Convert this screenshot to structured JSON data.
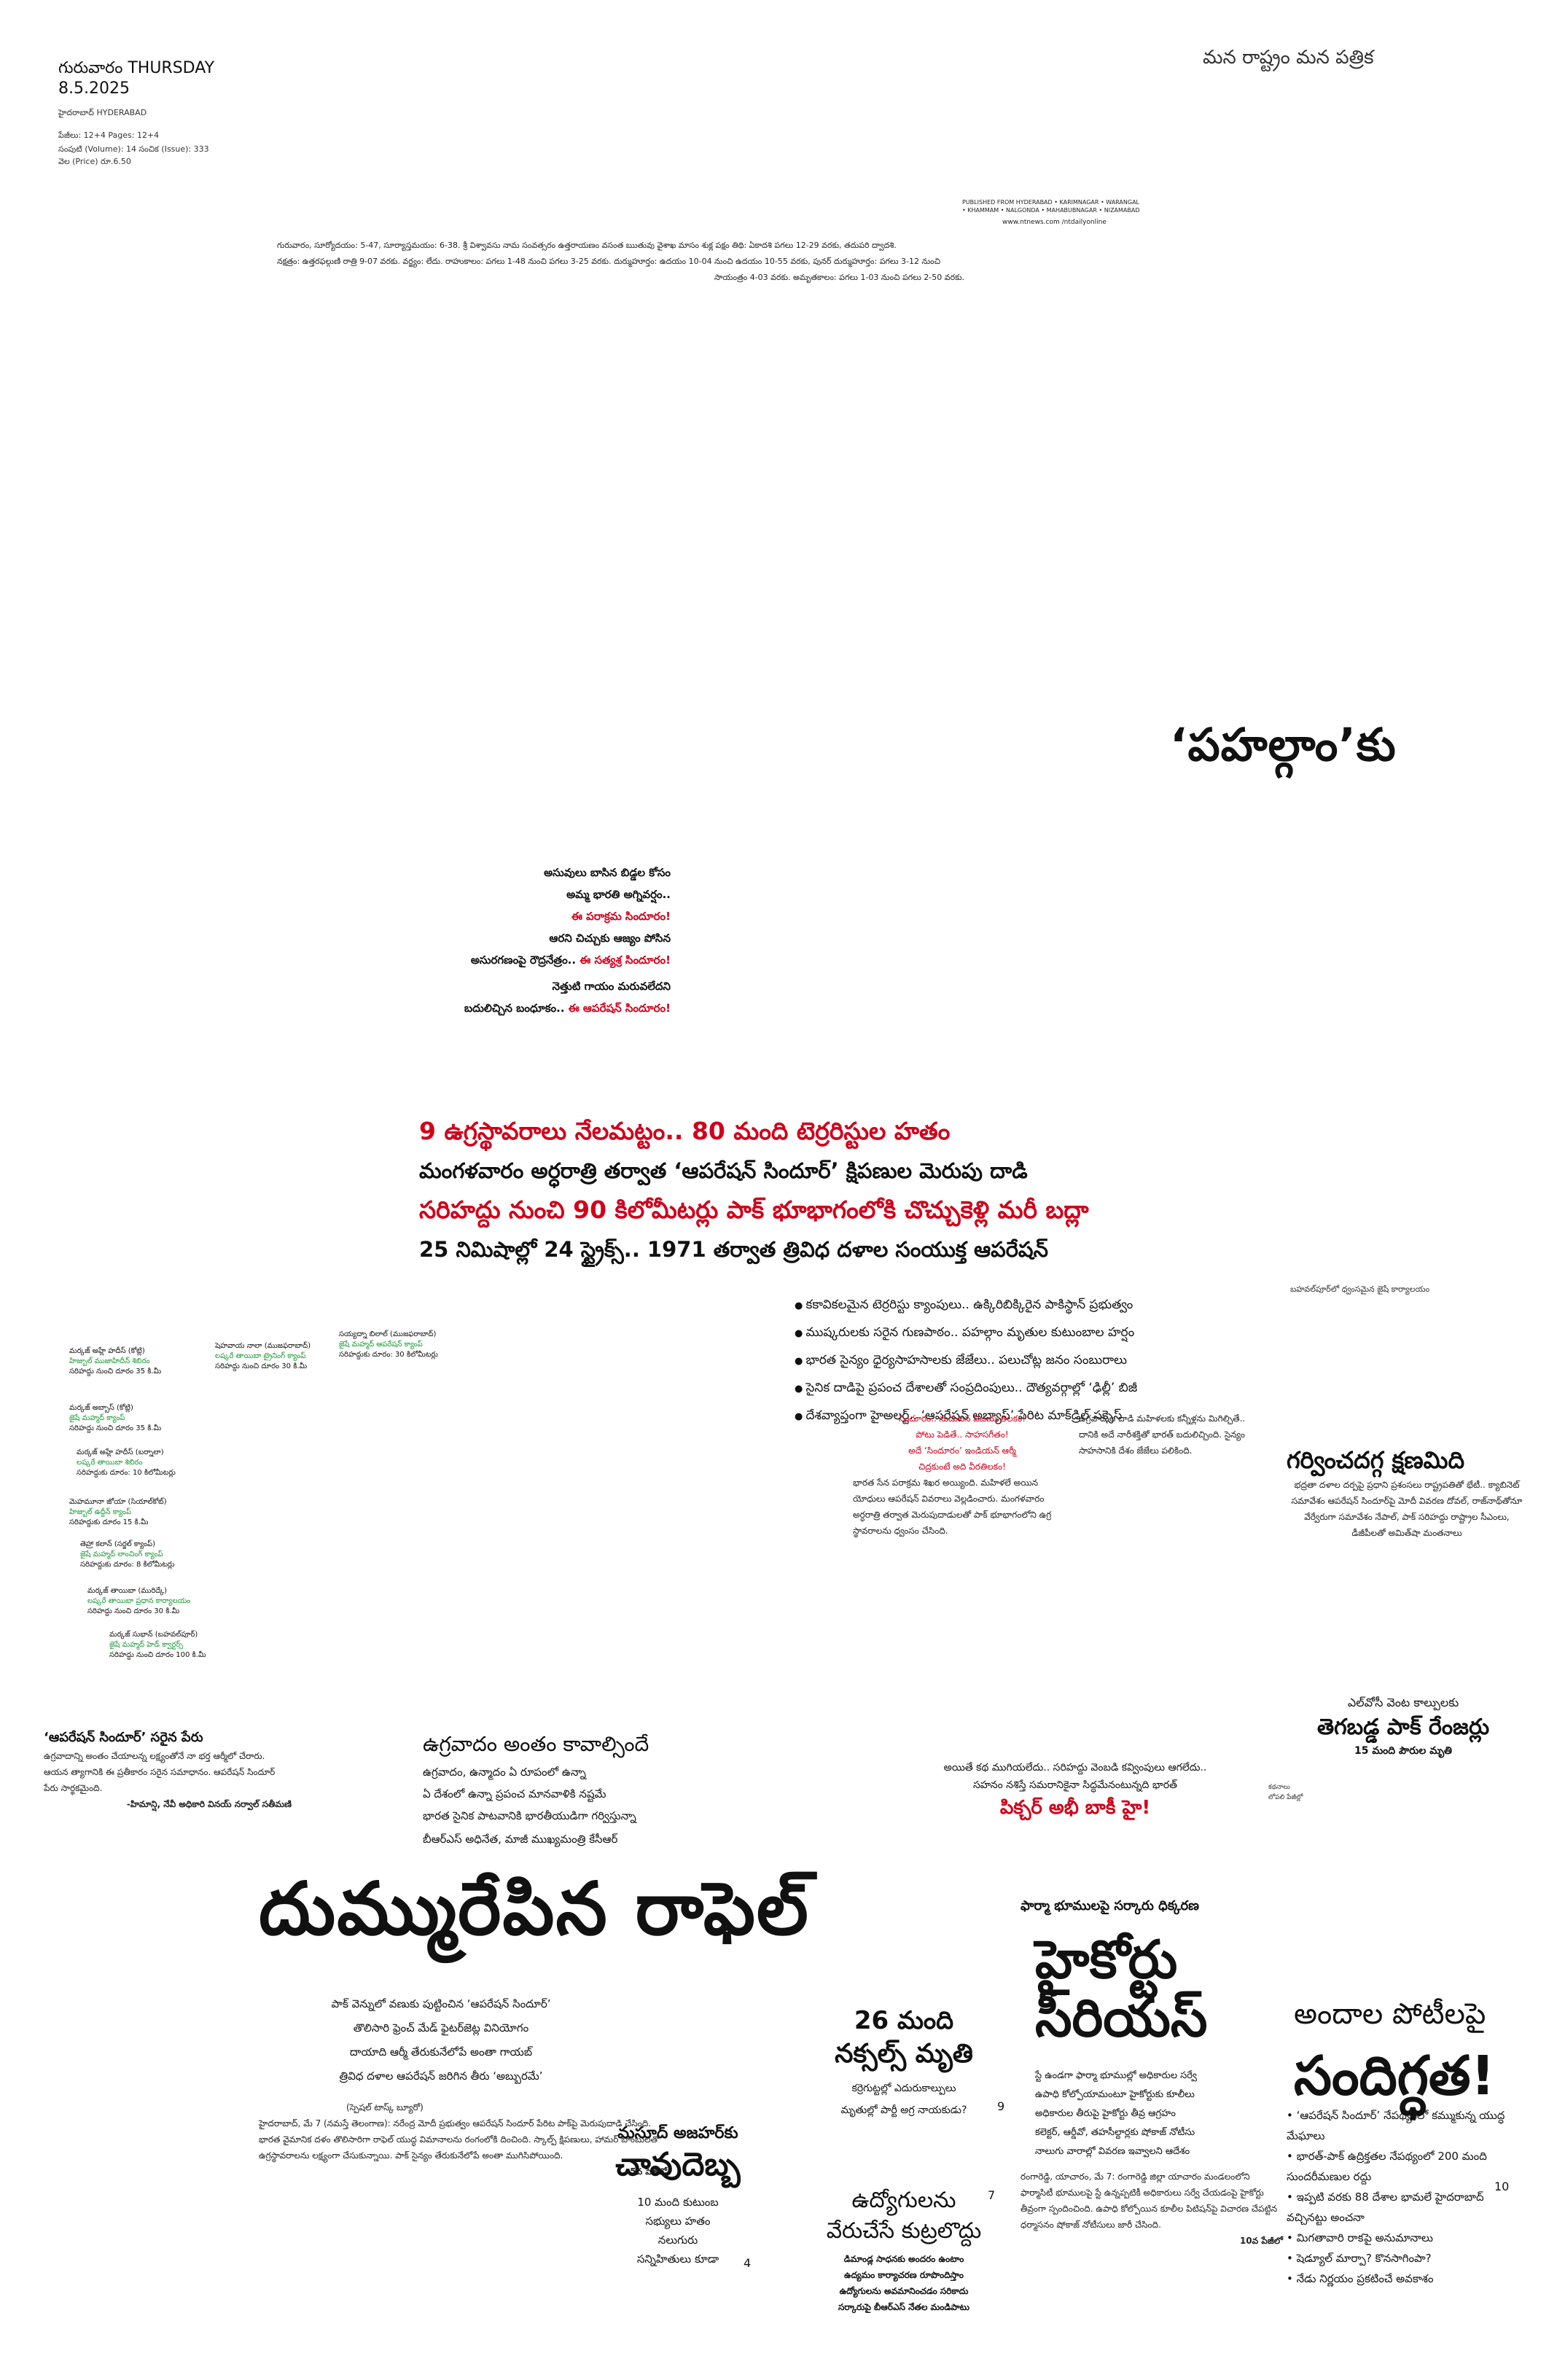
{
  "header": {
    "day": "గురువారం THURSDAY",
    "date": "8.5.2025",
    "city": "హైదరాబాద్ HYDERABAD",
    "pages": "పేజీలు: 12+4  Pages: 12+4",
    "volume": "సంపుటి (Volume): 14  సంచిక (Issue): 333",
    "price": "వెల (Price) రూ.6.50",
    "slogan": "మన రాష్ట్రం  మన పత్రిక",
    "published_line1": "PUBLISHED FROM HYDERABAD • KARIMNAGAR • WARANGAL",
    "published_line2": "• KHAMMAM • NALGONDA • MAHABUBNAGAR • NIZAMABAD",
    "website": "www.ntnews.com   /ntdailyonline"
  },
  "panchangam": {
    "line1": "గురువారం, సూర్యోదయం: 5-47, సూర్యాస్తమయం: 6-38. శ్రీ విశ్వావసు నామ సంవత్సరం ఉత్తరాయణం వసంత ఋతువు వైశాఖ మాసం శుక్ల పక్షం తిథి: ఏకాదశి పగలు 12-29 వరకు, తదుపరి ద్వాదశి.",
    "line2": "నక్షత్రం: ఉత్తరఫల్గుణి రాత్రి 9-07 వరకు. వర్జ్యం: లేదు. రాహుకాలం: పగలు 1-48 నుంచి పగలు 3-25 వరకు. దుర్ముహూర్తం: ఉదయం 10-04 నుంచి ఉదయం 10-55 వరకు, పునర్ దుర్ముహూర్తం: పగలు 3-12 నుంచి",
    "line3": "సాయంత్రం 4-03 వరకు. అమృతకాలం: పగలు 1-03 నుంచి పగలు 2-50 వరకు."
  },
  "masthead": "‘పహల్గాం’కు",
  "poem": {
    "l1": "అసువులు బాసిన బిడ్డల కోసం",
    "l2": "అమ్మ భారతి అగ్నివర్షం..",
    "l3": "ఈ పరాక్రమ సిందూరం!",
    "l4": "ఆరని చిచ్చుకు ఆజ్యం పోసిన",
    "l5": "అసురగణంపై రౌద్రనేత్రం..",
    "l6": "ఈ సత్యశ్ర సిందూరం!",
    "l7": "నెత్తుటి గాయం మరువలేదని",
    "l8": "బదులిచ్చిన బంధూకం..",
    "l9": "ఈ ఆపరేషన్ సిందూరం!"
  },
  "deck": {
    "l1": "9 ఉగ్రస్థావరాలు నేలమట్టం.. 80 మంది టెర్రరిస్టుల హతం",
    "l2": "మంగళవారం అర్ధరాత్రి తర్వాత ‘ఆపరేషన్ సిందూర్’ క్షిపణుల మెరుపు దాడి",
    "l3": "సరిహద్దు నుంచి 90 కిలోమీటర్లు పాక్ భూభాగంలోకి చొచ్చుకెళ్లి మరీ బద్లా",
    "l4": "25 నిమిషాల్లో 24 స్ట్రైక్స్.. 1971 తర్వాత త్రివిధ దళాల సంయుక్త ఆపరేషన్"
  },
  "bullets": [
    "కకావికలమైన టెర్రరిస్టు క్యాంపులు.. ఉక్కిరిబిక్కిరైన పాకిస్థాన్ ప్రభుత్వం",
    "ముష్కరులకు సరైన గుణపాఠం.. పహల్గాం మృతుల కుటుంబాల హర్షం",
    "భారత సైన్యం ధైర్యసాహసాలకు జేజేలు.. పలుచోట్ల జనం సంబురాలు",
    "సైనిక దాడిపై ప్రపంచ దేశాలతో సంప్రదింపులు.. దౌత్యవర్గాల్లో ‘ఢిల్లీ’ బిజీ",
    "దేశవ్యాప్తంగా హైఅలర్ట్.. ‘ఆపరేషన్ అభ్యాస్’ పేరిట మాక్‌డ్రిల్ సక్సెస్"
  ],
  "corner_tag": "బహవల్‌పూర్‌లో ధ్వంసమైన జైషే కార్యాలయం",
  "locations": [
    {
      "name": "మర్కజ్ అహ్లే హదీస్ (కోట్లి)",
      "camp": "హిజ్బుల్ ముజాహిదీన్ శిబిరం",
      "dist": "సరిహద్దు నుంచి దూరం 35 కి.మీ"
    },
    {
      "name": "మర్కజ్ అబ్బాస్ (కోట్లి)",
      "camp": "జైషే మహ్మద్ క్యాంప్",
      "dist": "సరిహద్దు నుంచి దూరం 35 కి.మీ"
    },
    {
      "name": "మర్కజ్ అహ్లే హదీస్ (బర్నాలా)",
      "camp": "లష్కరే తాయిబా శిబిరం",
      "dist": "సరిహద్దుకు దూరం: 10 కిలోమీటర్లు"
    },
    {
      "name": "షెహవాయ నాలా (ముజఫరాబాద్)",
      "camp": "లష్కరే తాయిబా ట్రైనింగ్ క్యాంప్",
      "dist": "సరిహద్దు నుంచి దూరం 30 కి.మీ"
    },
    {
      "name": "సయ్యద్నా బిలాల్ (ముజఫరాబాద్)",
      "camp": "జైషే మహ్మద్ ఆపరేషన్ క్యాంప్",
      "dist": "సరిహద్దుకు దూరం: 30 కిలోమీటర్లు"
    },
    {
      "name": "మెహమూనా జోయా (సియాల్‌కోట్)",
      "camp": "హిజ్బుల్ ఉద్దీన్ క్యాంప్",
      "dist": "సరిహద్దుకు దూరం 15 కి.మీ"
    },
    {
      "name": "తెహ్రా కలాన్ (సర్జల్ క్యాంప్)",
      "camp": "జైషే మహ్మద్ లాంచింగ్ క్యాంప్",
      "dist": "సరిహద్దుకు దూరం: 8 కిలోమీటర్లు"
    },
    {
      "name": "మర్కజ్ తాయిబా (మురిద్కే)",
      "camp": "లష్కరే తాయిబా ప్రధాన కార్యాలయం",
      "dist": "సరిహద్దు నుంచి దూరం 30 కి.మీ"
    },
    {
      "name": "మర్కజ్ సుభాన్ (బహవల్‌పూర్)",
      "camp": "జైషే మహ్మద్ హెడ్ క్వార్టర్స్",
      "dist": "సరిహద్దు నుంచి దూరం 100 కి.మీ"
    }
  ],
  "center_story": {
    "intro1": "సిందూరం.. నుదుటన విజయ తిలకం!",
    "intro2": "పోటు పెడితే.. సాహసగీతం!",
    "intro3": "అదే ‘సిందూరం’ ఇండియన్ ఆర్మీ",
    "intro4": "చిద్రకుంటే అది వీరతిలకం!",
    "body1": "భారత సేన పరాక్రమ శిఖర అయ్యింది. మహిళలే అయిన యోధులు ఆపరేషన్ వివరాలు వెల్లడించారు. మంగళవారం అర్ధరాత్రి తర్వాత మెరుపుదాడులతో పాక్ భూభాగంలోని ఉగ్ర స్థావరాలను ధ్వంసం చేసింది.",
    "body2": "ఉగ్రవాదుల దాడి మహిళలకు కన్నీళ్లను మిగిల్చితే.. దానికి అదే నారీశక్తితో భారత్ బదులిచ్చింది. సైన్యం సాహసానికి దేశం జేజేలు పలికింది.",
    "closing1": "అయితే కథ ముగియలేదు.. సరిహద్దు వెంబడి కవ్వింపులు ఆగలేదు..",
    "closing2": "సహనం నశిస్తే సమరానికైనా సిద్ధమేనంటున్నది భారత్",
    "tagline": "పిక్చర్ అభీ బాకీ హై!",
    "byline1": "కథనాలు",
    "byline2": "లోపలి పేజీల్లో"
  },
  "pride": {
    "heading": "గర్వించదగ్గ క్షణమిది",
    "body": "భద్రతా దళాల దర్పపై ప్రధాని ప్రశంసలు రాష్ట్రపతితో భేటీ.. క్యాబినెట్ సమావేశం ఆపరేషన్ సిందూర్‌పై మోదీ వివరణ దోవల్, రాజ్‌నాథ్‌తోనూ వేర్వేరుగా సమావేశం నేపాల్, పాక్ సరిహద్దు రాష్ట్రాల సీఎంలు, డీజీపీలతో అమిత్‌షా మంతనాలు"
  },
  "loc_fire": {
    "l1": "ఎల్‌వోసీ వెంట కాల్పులకు",
    "l2": "తెగబడ్డ పాక్ రేంజర్లు",
    "l3": "15 మంది పౌరుల మృతి"
  },
  "name_story": {
    "heading": "‘ఆపరేషన్ సిందూర్’ సరైన పేరు",
    "body": "ఉగ్రవాదాన్ని అంతం చేయాలన్న లక్ష్యంతోనే నా భర్త ఆర్మీలో చేరారు. ఆయన త్యాగానికి ఈ ప్రతీకారం సరైన సమాధానం. ఆపరేషన్ సిందూర్ పేరు సార్థకమైంది.",
    "byline": "-హిమాన్షి, నేవీ అధికారి వినయ్ నర్వాల్ సతీమణి"
  },
  "kcr": {
    "heading": "ఉగ్రవాదం అంతం కావాల్సిందే",
    "l1": "ఉగ్రవాదం, ఉన్మాదం ఏ రూపంలో ఉన్నా",
    "l2": "ఏ దేశంలో ఉన్నా ప్రపంచ మానవాళికి నష్టమే",
    "l3": "భారత సైనిక పాటవానికి భారతీయుడిగా గర్విస్తున్నా",
    "l4": "బీఆర్ఎస్ అధినేత, మాజీ ముఖ్యమంత్రి కేసీఆర్"
  },
  "rafale": {
    "headline": "దుమ్మురేపిన రాఫెల్",
    "d1": "పాక్ వెన్నులో వణుకు పుట్టించిన ‘ఆపరేషన్ సిందూర్’",
    "d2": "తొలిసారి ఫ్రెంచ్ మేడ్ ఫైటర్‌జెట్ల వినియోగం",
    "d3": "దాయాది ఆర్మీ తేరుకునేలోపే అంతా గాయబ్",
    "d4": "త్రివిధ దళాల ఆపరేషన్ జరిగిన తీరు ‘అబ్బురమే’",
    "bureau": "(స్పెషల్ టాస్క్ బ్యూరో)",
    "body": "హైదరాబాద్, మే 7 (నమస్తే తెలంగాణ): నరేంద్ర మోదీ ప్రభుత్వం ఆపరేషన్ సిందూర్ పేరిట పాక్‌పై మెరుపుదాడి చేసింది. భారత వైమానిక దళం తొలిసారిగా రాఫెల్ యుద్ధ విమానాలను రంగంలోకి దించింది. స్కాల్ప్ క్షిపణులు, హామర్ బాంబులతో ఉగ్రస్థావరాలను లక్ష్యంగా చేసుకున్నాయి. పాక్ సైన్యం తేరుకునేలోపే అంతా ముగిసిపోయింది.",
    "cont": "5వ పేజీలో"
  },
  "azhar": {
    "h1": "మసూద్ అజహర్‌కు",
    "h2": "చావుదెబ్బ",
    "d1": "10 మంది కుటుంబ",
    "d2": "సభ్యులు హతం",
    "d3": "నలుగురు",
    "d4": "సన్నిహితులు కూడా",
    "page": "4"
  },
  "naxals": {
    "h1": "26 మంది",
    "h2": "నక్సల్స్ మృతి",
    "d1": "కర్రెగుట్టల్లో ఎదురుకాల్పులు",
    "d2": "మృతుల్లో పార్టీ అగ్ర నాయకుడు?",
    "page": "9"
  },
  "employees": {
    "h1": "ఉద్యోగులను",
    "h2": "వేరుచేసే కుట్రలొద్దు",
    "d1": "డిమాండ్ల సాధనకు అందరం ఉంటాం",
    "d2": "ఉద్యమం కార్యాచరణ రూపొందిస్తాం",
    "d3": "ఉద్యోగులను అవమానించడం సరికాదు",
    "d4": "సర్కారుపై బీఆర్ఎస్ నేతల మండిపాటు",
    "page": "7"
  },
  "hc": {
    "kicker": "ఫార్మా భూములపై సర్కారు ధిక్కరణ",
    "headline": "హైకోర్టు సీరియస్",
    "d1": "స్టే ఉండగా ఫార్మా భూముల్లో అధికారుల సర్వే",
    "d2": "ఉపాధి కోల్పోయామంటూ హైకోర్టుకు కూలీలు",
    "d3": "అధికారుల తీరుపై హైకోర్టు తీవ్ర ఆగ్రహం",
    "d4": "కలెక్టర్, ఆర్డీవో, తహసీల్దార్లకు షోకాజ్ నోటీసు",
    "d5": "నాలుగు వారాల్లో వివరణ ఇవ్వాలని ఆదేశం",
    "body": "రంగారెడ్డి, యాచారం, మే 7: రంగారెడ్డి జిల్లా యాచారం మండలంలోని ఫార్మాసిటీ భూములపై స్టే ఉన్నప్పటికీ అధికారులు సర్వే చేయడంపై హైకోర్టు తీవ్రంగా స్పందించింది. ఉపాధి కోల్పోయిన కూలీల పిటిషన్‌పై విచారణ చేపట్టిన ధర్మాసనం షోకాజ్ నోటీసులు జారీ చేసింది.",
    "cont": "10వ పేజీలో"
  },
  "beauty": {
    "h1": "అందాల పోటీలపై",
    "h2": "సందిగ్ధత!",
    "items": [
      "‘ఆపరేషన్ సిందూర్’ నేపథ్యంలో కమ్ముకున్న యుద్ధ మేఘాలు",
      "భారత్-పాక్ ఉద్రిక్తతల నేపథ్యంలో 200 మంది సుందరీమణుల రద్దు",
      "ఇప్పటి వరకు 88 దేశాల భామలే హైదరాబాద్ వచ్చినట్టు అంచనా",
      "మిగతావారి రాకపై అనుమానాలు",
      "షెడ్యూల్ మార్పా? కొనసాగింపా?",
      "నేడు నిర్ణయం ప్రకటించే అవకాశం"
    ],
    "page": "10"
  }
}
